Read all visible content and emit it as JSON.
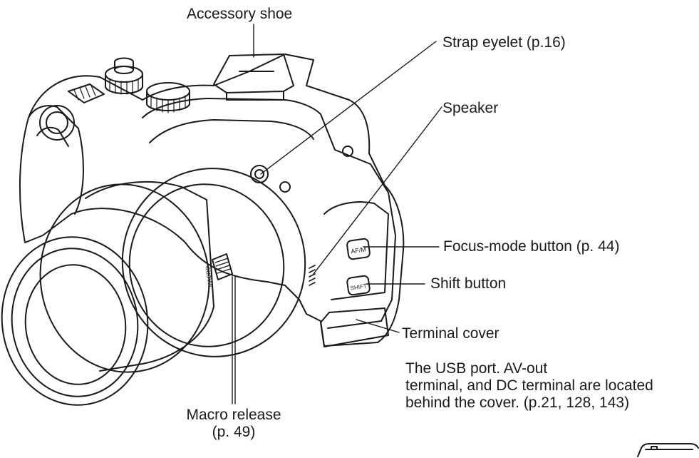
{
  "callouts": {
    "accessory_shoe": "Accessory shoe",
    "strap_eyelet": "Strap eyelet (p.16)",
    "speaker": "Speaker",
    "focus_mode_button": "Focus-mode button (p. 44)",
    "shift_button": "Shift button",
    "terminal_cover": "Terminal cover",
    "terminal_note": [
      "The USB port. AV-out",
      "terminal, and DC terminal are located",
      "behind the cover. (p.21, 128, 143)"
    ],
    "macro_release": [
      "Macro release",
      "(p. 49)"
    ]
  },
  "camera_markings": {
    "af_m_button": "AF/M",
    "shift_key": "SHIFT",
    "macro_mark": "MACRO"
  },
  "colors": {
    "ink": "#1a1a1a",
    "paper": "#ffffff"
  }
}
